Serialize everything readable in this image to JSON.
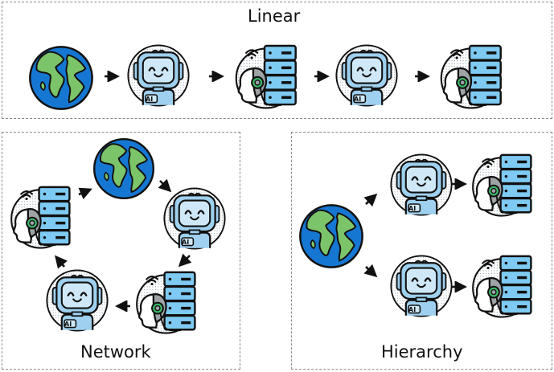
{
  "panels": {
    "linear": {
      "title": "Linear"
    },
    "network": {
      "title": "Network"
    },
    "hierarchy": {
      "title": "Hierarchy"
    }
  },
  "robot": {
    "badge": "AI"
  },
  "colors": {
    "ocean": "#1677d2",
    "land": "#7cc46a",
    "robot_face": "#cfe8f7",
    "robot_head": "#9fd0ef",
    "server_blue": "#7ecaf2",
    "face_gray": "#9ea3a6",
    "headset_green": "#3fb96a",
    "outline": "#111111"
  },
  "icons": [
    "earth-icon",
    "ai-robot-icon",
    "customer-service-agent-icon"
  ]
}
